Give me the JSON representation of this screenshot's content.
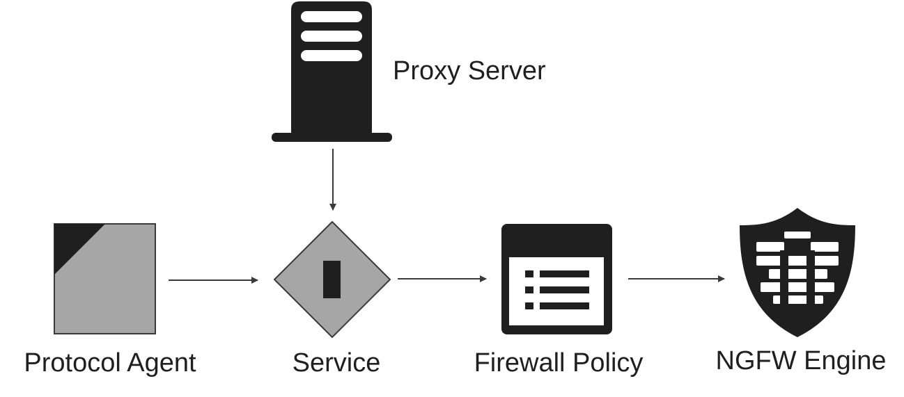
{
  "diagram": {
    "nodes": {
      "proxy_server": {
        "label": "Proxy Server",
        "icon": "server-icon"
      },
      "protocol_agent": {
        "label": "Protocol Agent",
        "icon": "protocol-agent-icon"
      },
      "service": {
        "label": "Service",
        "icon": "service-diamond-icon"
      },
      "firewall_policy": {
        "label": "Firewall Policy",
        "icon": "policy-window-icon"
      },
      "ngfw_engine": {
        "label": "NGFW Engine",
        "icon": "shield-firewall-icon"
      }
    },
    "edges": [
      {
        "from": "proxy_server",
        "to": "service"
      },
      {
        "from": "protocol_agent",
        "to": "service"
      },
      {
        "from": "service",
        "to": "firewall_policy"
      },
      {
        "from": "firewall_policy",
        "to": "ngfw_engine"
      }
    ],
    "colors": {
      "dark": "#1f1f1f",
      "gray": "#a6a6a6",
      "light": "#ffffff"
    }
  }
}
